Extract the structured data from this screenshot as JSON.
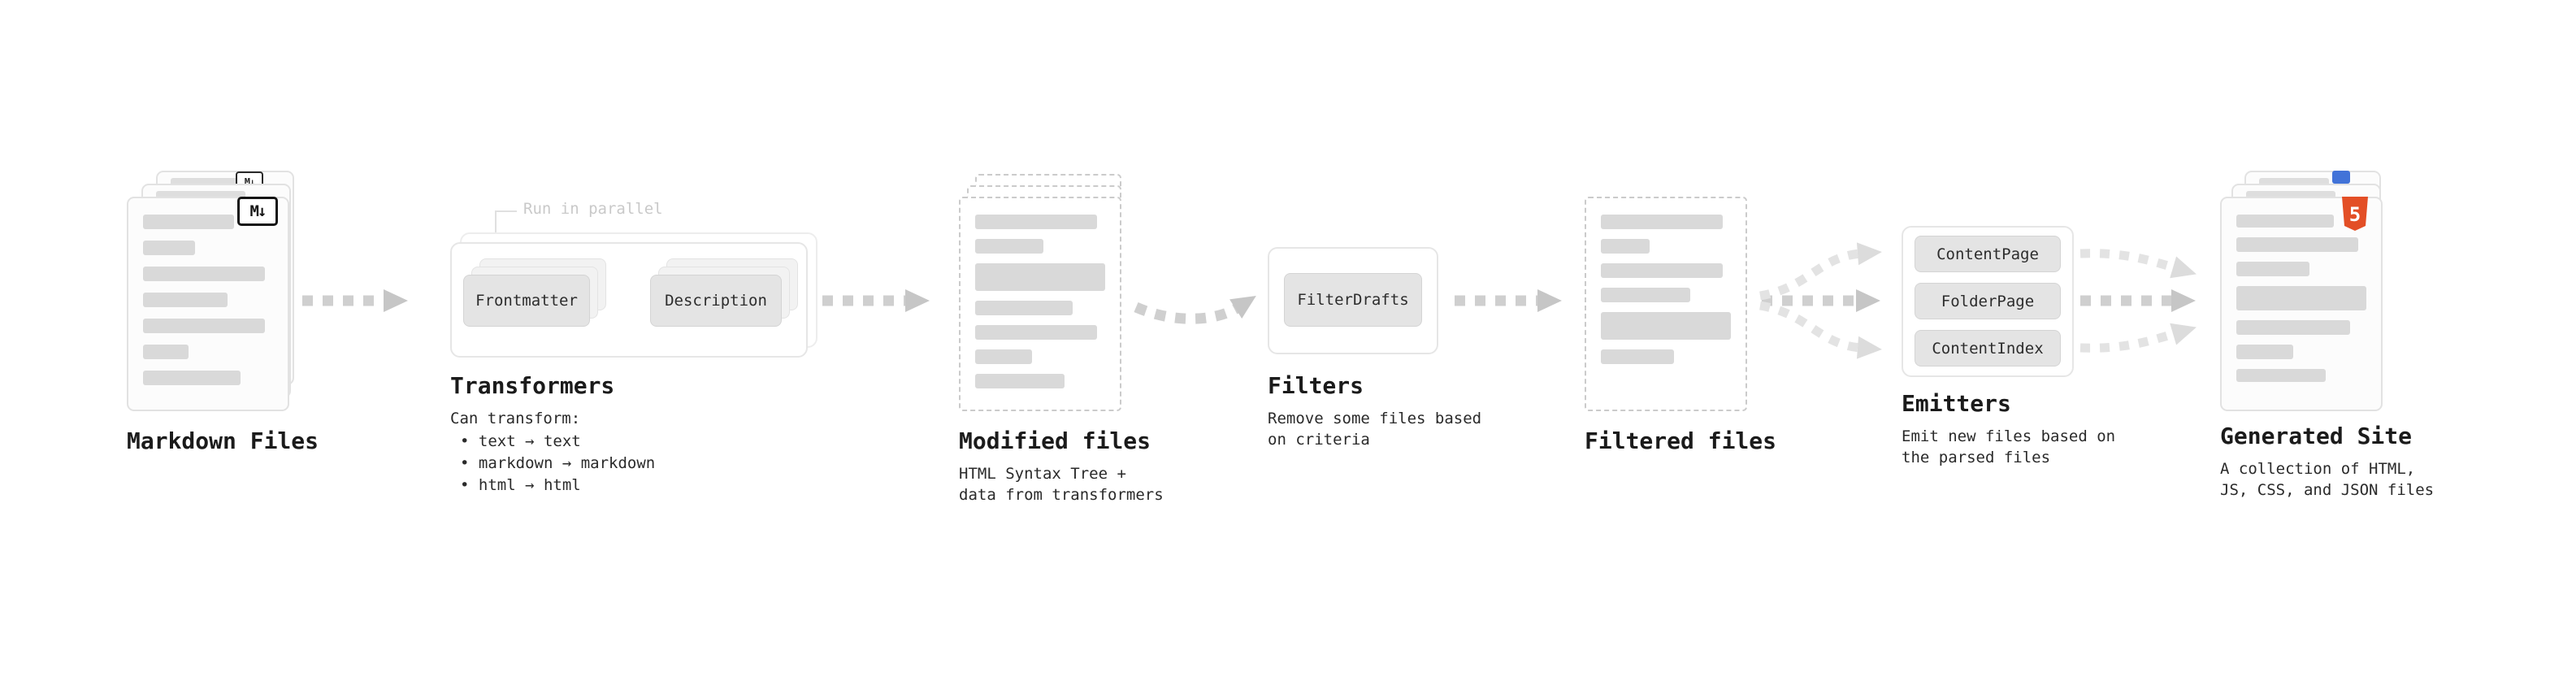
{
  "diagram": {
    "markdown_files": {
      "title": "Markdown Files",
      "badge": "M↓"
    },
    "transformers": {
      "annotation": "Run in parallel",
      "nodes": [
        "Frontmatter",
        "Description"
      ],
      "title": "Transformers",
      "caption_heading": "Can transform:",
      "bullets": [
        "• text → text",
        "• markdown → markdown",
        "• html → html"
      ]
    },
    "modified_files": {
      "title": "Modified files",
      "caption": "HTML Syntax Tree +\ndata from transformers"
    },
    "filters": {
      "nodes": [
        "FilterDrafts"
      ],
      "title": "Filters",
      "caption": "Remove some files based\non criteria"
    },
    "filtered_files": {
      "title": "Filtered files"
    },
    "emitters": {
      "nodes": [
        "ContentPage",
        "FolderPage",
        "ContentIndex"
      ],
      "title": "Emitters",
      "caption": "Emit new files based on\nthe parsed files"
    },
    "generated_site": {
      "title": "Generated Site",
      "badge": "5",
      "caption": "A collection of HTML,\nJS, CSS, and JSON files"
    },
    "colors": {
      "html5_orange": "#e34f26",
      "file_badge_blue": "#4273d8",
      "node_fill": "#e4e4e4",
      "bar_fill": "#d9d9d9",
      "arrow_main": "#cfcfcf",
      "arrow_light": "#e3e3e3"
    }
  }
}
